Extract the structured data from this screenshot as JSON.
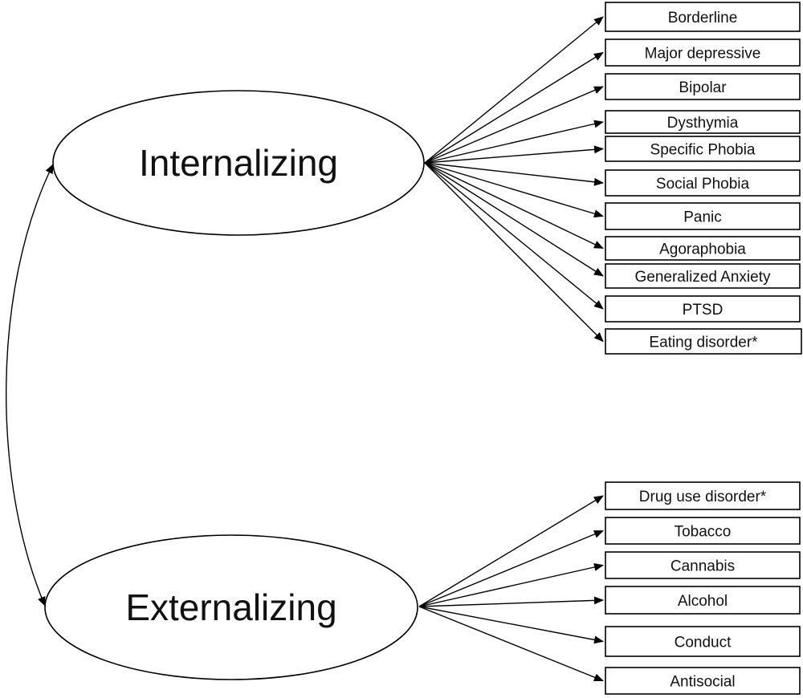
{
  "factors": [
    {
      "id": "internalizing",
      "label": "Internalizing",
      "indicators": [
        "Borderline",
        "Major depressive",
        "Bipolar",
        "Dysthymia",
        "Specific Phobia",
        "Social Phobia",
        "Panic",
        "Agoraphobia",
        "Generalized Anxiety",
        "PTSD",
        "Eating disorder*"
      ]
    },
    {
      "id": "externalizing",
      "label": "Externalizing",
      "indicators": [
        "Drug use disorder*",
        "Tobacco",
        "Cannabis",
        "Alcohol",
        "Conduct",
        "Antisocial"
      ]
    }
  ],
  "colors": {
    "stroke": "#000000",
    "fill": "#ffffff",
    "text": "#111111"
  }
}
